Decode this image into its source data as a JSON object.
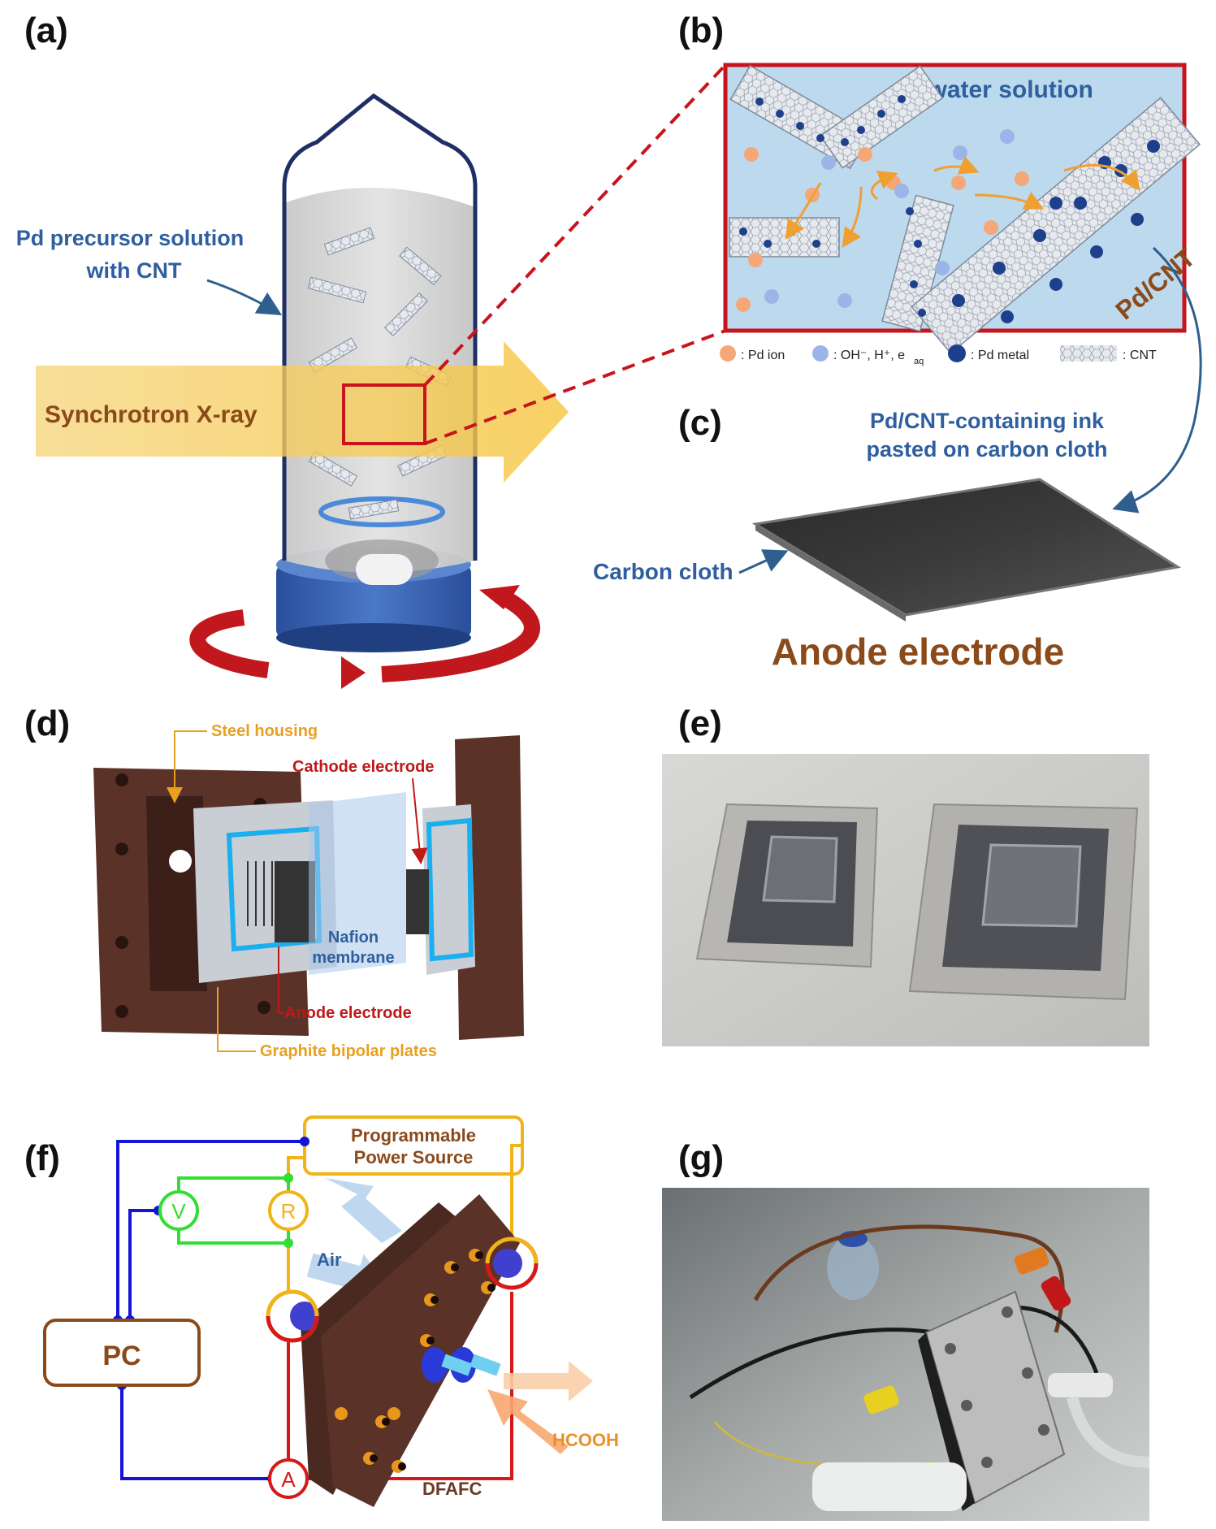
{
  "panels": {
    "a": {
      "label": "(a)",
      "precursor_line1": "Pd precursor solution",
      "precursor_line2": "with CNT",
      "xray": "Synchrotron X-ray"
    },
    "b": {
      "label": "(b)",
      "solution": "DI water solution",
      "pdcnt": "Pd/CNT",
      "legend": {
        "pd_ion": ": Pd ion",
        "oh": ": OH⁻, H⁺, e",
        "oh_sub": "aq",
        "pd_metal": ": Pd metal",
        "cnt": ": CNT"
      }
    },
    "c": {
      "label": "(c)",
      "ink_line1": "Pd/CNT-containing ink",
      "ink_line2": "pasted on carbon cloth",
      "cloth": "Carbon cloth",
      "anode": "Anode electrode"
    },
    "d": {
      "label": "(d)",
      "steel": "Steel housing",
      "cathode": "Cathode electrode",
      "nafion_line1": "Nafion",
      "nafion_line2": "membrane",
      "anode": "Anode electrode",
      "graphite": "Graphite bipolar plates"
    },
    "e": {
      "label": "(e)"
    },
    "f": {
      "label": "(f)",
      "power_line1": "Programmable",
      "power_line2": "Power Source",
      "v": "V",
      "r": "R",
      "a": "A",
      "air": "Air",
      "pc": "PC",
      "hcooh": "HCOOH",
      "dfafc": "DFAFC"
    },
    "g": {
      "label": "(g)"
    }
  },
  "colors": {
    "blue_text": "#2f5f9e",
    "brown_text": "#8b4a1a",
    "orange_text": "#e8a020",
    "red_text": "#c01818",
    "plate": "#5a3228",
    "wire_blue": "#1414d8",
    "wire_green": "#33dd33",
    "wire_red": "#d81818",
    "wire_yellow": "#f0b418"
  }
}
